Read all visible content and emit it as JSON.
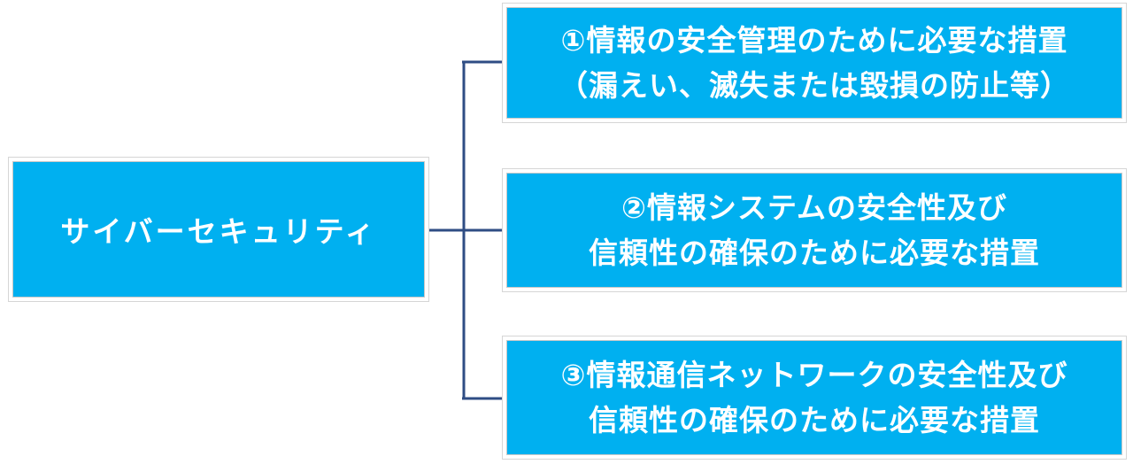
{
  "root": {
    "label": "サイバーセキュリティ"
  },
  "children": [
    {
      "line1": "①情報の安全管理のために必要な措置",
      "line2": "（漏えい、滅失または毀損の防止等）"
    },
    {
      "line1": "②情報システムの安全性及び",
      "line2": "信頼性の確保のために必要な措置"
    },
    {
      "line1": "③情報通信ネットワークの安全性及び",
      "line2": "信頼性の確保のために必要な措置"
    }
  ],
  "colors": {
    "box_fill": "#00b0f0",
    "connector": "#2f4d84",
    "text": "#ffffff"
  }
}
